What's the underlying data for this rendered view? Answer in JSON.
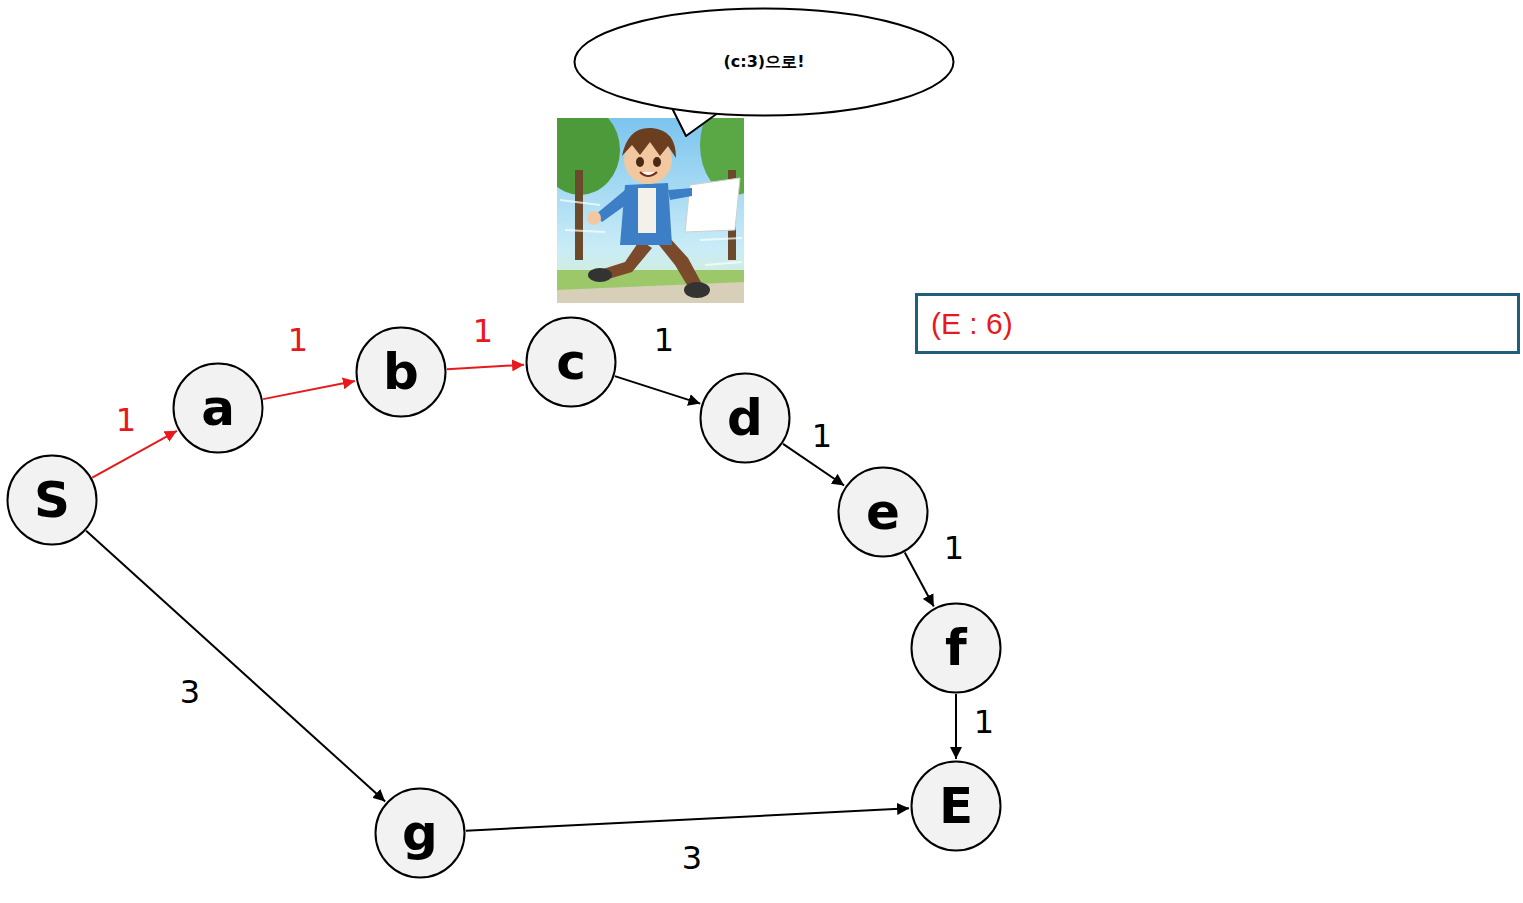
{
  "diagram": {
    "nodes": [
      {
        "text": [
          "(c:3)으로!"
        ]
      },
      {
        "text": [
          "(E : 6)"
        ]
      },
      {
        "text": [
          "S"
        ]
      },
      {
        "text": [
          "a"
        ]
      },
      {
        "text": [
          "b"
        ]
      },
      {
        "text": [
          "c"
        ]
      },
      {
        "text": [
          "d"
        ]
      },
      {
        "text": [
          "e"
        ]
      },
      {
        "text": [
          "f"
        ]
      },
      {
        "text": [
          "g"
        ]
      },
      {
        "text": [
          "E"
        ]
      }
    ],
    "edges": [
      {
        "from": 2,
        "to": 3,
        "arrow": "to",
        "label": "1"
      },
      {
        "from": 3,
        "to": 4,
        "arrow": "to",
        "label": "1"
      },
      {
        "from": 4,
        "to": 5,
        "arrow": "to",
        "label": "1"
      },
      {
        "from": 5,
        "to": 6,
        "arrow": "to",
        "label": "1"
      },
      {
        "from": 6,
        "to": 7,
        "arrow": "to",
        "label": "1"
      },
      {
        "from": 7,
        "to": 8,
        "arrow": "to",
        "label": "1"
      },
      {
        "from": 8,
        "to": 10,
        "arrow": "to",
        "label": "1"
      },
      {
        "from": 2,
        "to": 9,
        "arrow": "to",
        "label": "3"
      },
      {
        "from": 9,
        "to": 10,
        "arrow": "to",
        "label": "3"
      }
    ]
  }
}
